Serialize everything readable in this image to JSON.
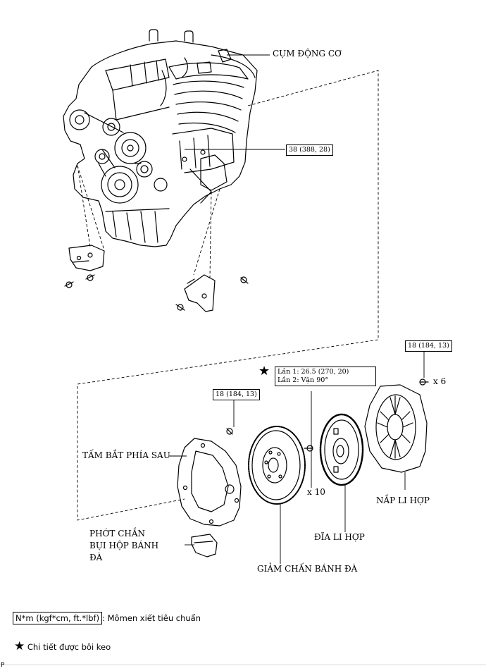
{
  "labels": {
    "engine_assembly": "CỤM ĐỘNG CƠ",
    "rear_end_plate": "TẤM BẮT PHÍA SAU",
    "flywheel_dust_seal_line1": "PHỚT CHẮN",
    "flywheel_dust_seal_line2": "BỤI HỘP BÁNH",
    "flywheel_dust_seal_line3": "ĐÀ",
    "flywheel_damper": "GIẢM CHẤN BÁNH ĐÀ",
    "clutch_disc": "ĐĨA LI HỢP",
    "clutch_cover": "NẮP LI HỢP"
  },
  "torques": {
    "mount_bolt": "38 (388, 28)",
    "rear_plate_bolt": "18 (184, 13)",
    "cover_bolt": "18 (184, 13)",
    "flywheel_step1": "Lần 1: 26.5 (270, 20)",
    "flywheel_step2": "Lần 2: Vặn 90°"
  },
  "quantities": {
    "cover_bolts": "x 6",
    "flywheel_bolts": "x 10"
  },
  "symbols": {
    "precoated_star": "★",
    "page_marker": "P"
  },
  "legend": {
    "torque_unit": "N*m (kgf*cm, ft.*lbf)",
    "torque_desc": ": Mômen xiết tiêu chuẩn",
    "precoated_desc": "Chi tiết được bôi keo"
  }
}
